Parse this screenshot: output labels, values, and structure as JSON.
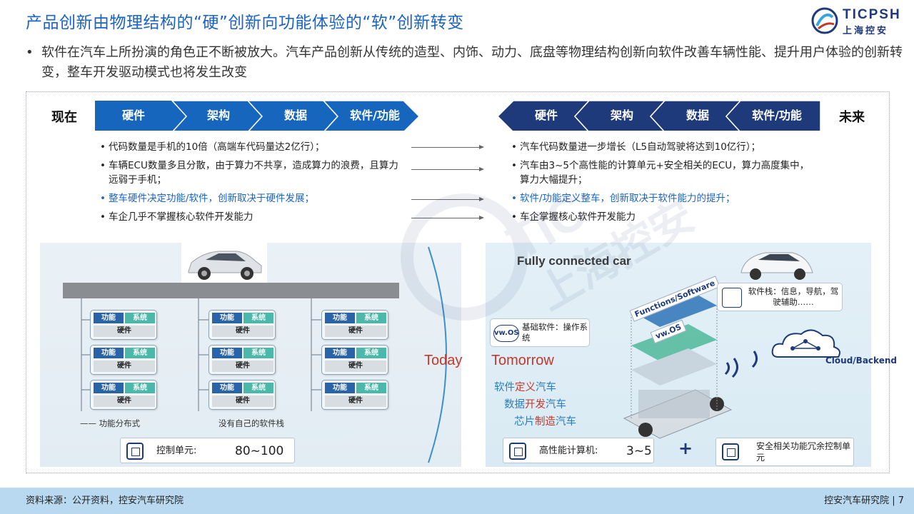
{
  "title": "产品创新由物理结构的“硬”创新向功能体验的“软”创新转变",
  "logo": {
    "en": "TICPSH",
    "cn": "上海控安"
  },
  "main_bullet": {
    "dot": "•",
    "text": "软件在汽车上所扮演的角色正不断被放大。汽车产品创新从传统的造型、内饰、动力、底盘等物理结构创新向软件改善车辆性能、提升用户体验的创新转变，整车开发驱动模式也将发生改变"
  },
  "now": {
    "label": "现在",
    "chevrons": [
      "硬件",
      "架构",
      "数据",
      "软件/功能"
    ],
    "points": [
      {
        "text": "代码数量是手机的10倍（高端车代码量达2亿行）；",
        "highlight": false
      },
      {
        "text": "车辆ECU数量多且分散，由于算力不共享，造成算力的浪费，且算力远弱于手机；",
        "highlight": false
      },
      {
        "text": "整车硬件决定功能/软件，创新取决于硬件发展；",
        "highlight": true
      },
      {
        "text": "车企几乎不掌握核心软件开发能力",
        "highlight": false
      }
    ]
  },
  "future": {
    "label": "未来",
    "chevrons": [
      "硬件",
      "架构",
      "数据",
      "软件/功能"
    ],
    "points": [
      {
        "text": "汽车代码数量进一步增长（L5自动驾驶将达到10亿行）；",
        "highlight": false
      },
      {
        "text": "汽车由3~5个高性能的计算单元+安全相关的ECU，算力高度集中，算力大幅提升；",
        "highlight": false
      },
      {
        "text": "软件/功能定义整车，创新取决于软件能力的提升；",
        "highlight": true
      },
      {
        "text": "车企掌握核心软件开发能力",
        "highlight": false
      }
    ]
  },
  "left_diagram": {
    "ecu": {
      "func": "功能",
      "sys": "系统",
      "hw": "硬件"
    },
    "label_distributed": "—— 功能分布式",
    "label_no_stack": "没有自己的软件栈",
    "control_unit_label": "控制单元:",
    "control_unit_value": "80~100"
  },
  "right_diagram": {
    "today": "Today",
    "tomorrow": "Tomorrow",
    "fully_connected": "Fully connected car",
    "software_stack": "软件栈：信息，导航，驾驶辅助……",
    "base_software": "基础软件：操作系统",
    "vwos": "vw.OS",
    "functions_software": "Functions/Software",
    "cloud_backend": "Cloud/Backend",
    "sdv": [
      {
        "a": "软件",
        "b": "定义",
        "c": "汽车"
      },
      {
        "a": "数据",
        "b": "开发",
        "c": "汽车"
      },
      {
        "a": "芯片",
        "b": "制造",
        "c": "汽车"
      }
    ],
    "hpc_label": "高性能计算机:",
    "hpc_value": "3~5",
    "plus": "+",
    "safety_label": "安全相关功能冗余控制单元"
  },
  "footer": {
    "source": "资料来源：公开资料，控安汽车研究院",
    "org": "控安汽车研究院 | 7"
  },
  "colors": {
    "title": "#1a63c7",
    "chevron_now": "#1766bd",
    "chevron_future": "#1e3a7a",
    "highlight": "#1a63c7",
    "accent_red": "#c0392b",
    "footer": "#b9d9f0"
  }
}
